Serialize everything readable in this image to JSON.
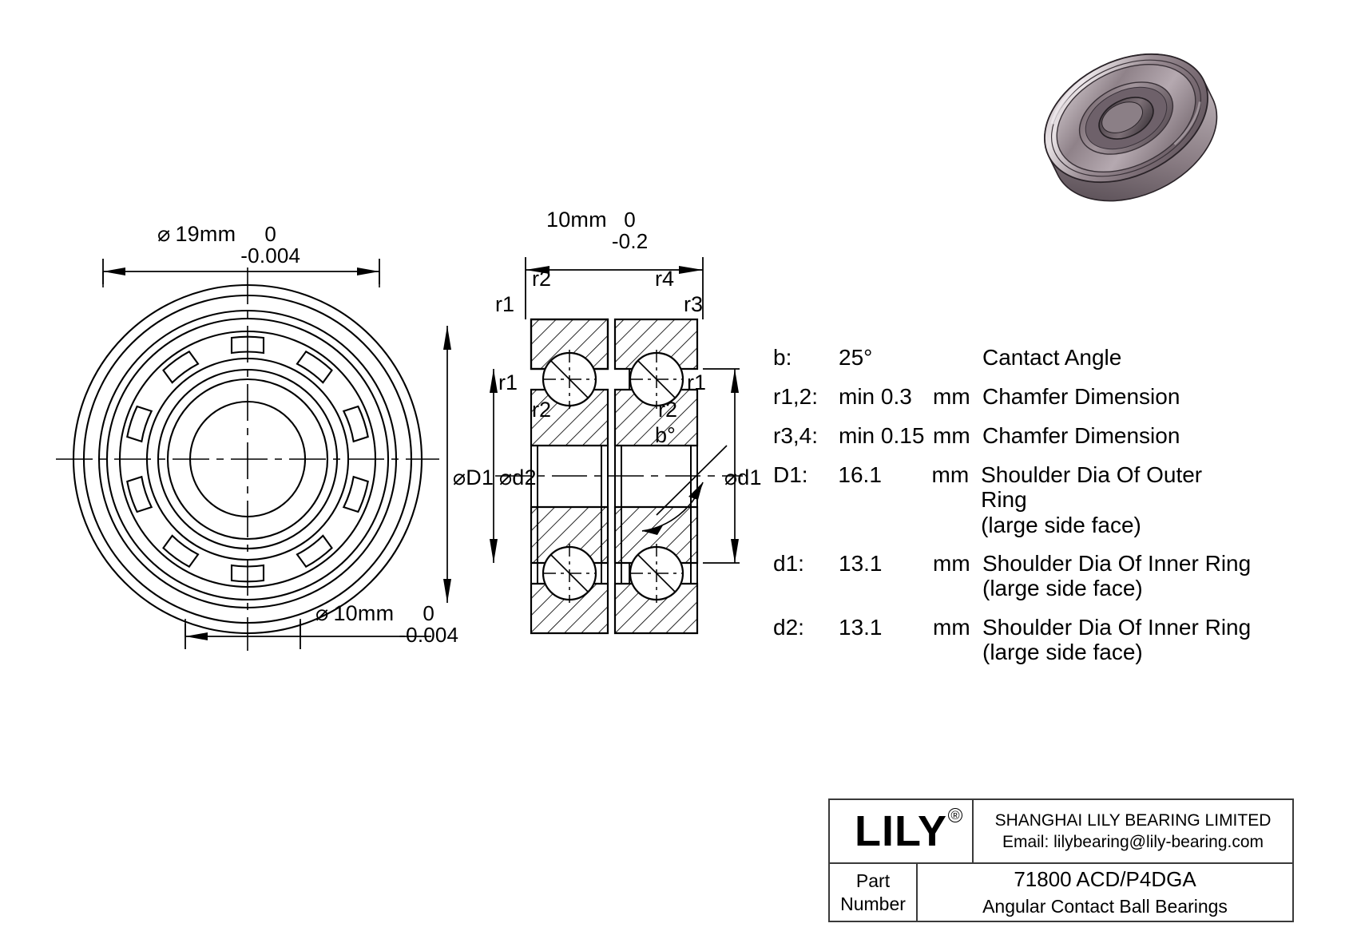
{
  "drawing": {
    "title_hidden": "Angular contact ball bearing technical drawing",
    "front_view": {
      "outer_dimension": {
        "symbol": "⌀",
        "value": "19mm",
        "tol_upper": "0",
        "tol_lower": "-0.004"
      },
      "bore_dimension": {
        "symbol": "⌀",
        "value": "10mm",
        "tol_upper": "0",
        "tol_lower": "-0.004"
      }
    },
    "section_view": {
      "width_dimension": {
        "value": "10mm",
        "tol_upper": "0",
        "tol_lower": "-0.2"
      },
      "chamfers": {
        "top_left": "r2",
        "top_right": "r4",
        "upper_left_outer": "r1",
        "upper_right_outer": "r3",
        "lower_left_outer": "r1",
        "lower_right_outer": "r1",
        "lower_left_inner": "r2",
        "lower_right_inner": "r2"
      },
      "angle_label": "b°",
      "diam_labels": {
        "outer_ring": "D1",
        "inner_ring_2": "d2",
        "inner_ring_1": "d1",
        "symbol": "⌀"
      }
    }
  },
  "spec_table": {
    "rows": [
      {
        "symbol": "b:",
        "value": "25°",
        "unit": "",
        "desc": "Cantact Angle",
        "desc2": ""
      },
      {
        "symbol": "r1,2:",
        "value": "min 0.3",
        "unit": "mm",
        "desc": "Chamfer Dimension",
        "desc2": ""
      },
      {
        "symbol": "r3,4:",
        "value": "min 0.15",
        "unit": "mm",
        "desc": "Chamfer Dimension",
        "desc2": ""
      },
      {
        "symbol": "D1:",
        "value": "16.1",
        "unit": "mm",
        "desc": "Shoulder Dia Of Outer Ring",
        "desc2": "(large side face)"
      },
      {
        "symbol": "d1:",
        "value": "13.1",
        "unit": "mm",
        "desc": "Shoulder Dia Of Inner Ring",
        "desc2": "(large side face)"
      },
      {
        "symbol": "d2:",
        "value": "13.1",
        "unit": "mm",
        "desc": "Shoulder Dia Of Inner Ring",
        "desc2": "(large side face)"
      }
    ]
  },
  "title_block": {
    "logo_text": "LILY",
    "logo_mark": "®",
    "company": "SHANGHAI LILY BEARING LIMITED",
    "email": "Email: lilybearing@lily-bearing.com",
    "part_label_line1": "Part",
    "part_label_line2": "Number",
    "part_number": "71800 ACD/P4DGA",
    "product_type": "Angular Contact Ball Bearings"
  },
  "colors": {
    "line": "#000000",
    "table_border": "#3a3a3a",
    "render_body": "#8d7f86",
    "render_highlight": "#c9bfc4",
    "render_dark": "#5c4f56",
    "background": "#ffffff"
  }
}
